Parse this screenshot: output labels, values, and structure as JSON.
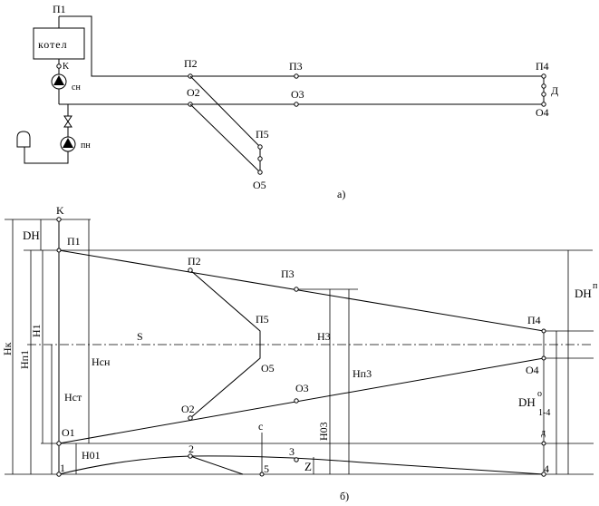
{
  "scheme_a": {
    "boiler_label": "котел",
    "nodes": {
      "p1": "П1",
      "k": "K",
      "p2": "П2",
      "p3": "П3",
      "p4": "П4",
      "o2": "О2",
      "o3": "О3",
      "o4": "О4",
      "p5": "П5",
      "o5": "О5",
      "d": "Д"
    },
    "pump_circ": "сн",
    "pump_feed": "пн",
    "caption": "а)"
  },
  "graph_b": {
    "top_k": "K",
    "dh": "DH",
    "p1": "П1",
    "p2": "П2",
    "p3": "П3",
    "p4": "П4",
    "p5": "П5",
    "o5": "О5",
    "o2": "О2",
    "o3": "О3",
    "o4": "О4",
    "o1": "О1",
    "s": "S",
    "h3": "H3",
    "hp3": "Нп3",
    "ho3": "Н03",
    "hk": "Нк",
    "hp1": "Нп1",
    "h1": "Н1",
    "hsn": "Нсн",
    "hst": "Нст",
    "h01": "Н01",
    "dhp": "DH",
    "dhp_sup": "п",
    "dho": "DH",
    "dho_sup": "о",
    "dho_sub": "1-4",
    "c": "с",
    "d": "д",
    "z": "Z",
    "g1": "1",
    "g2": "2",
    "g3": "3",
    "g4": "4",
    "g5": "5",
    "caption": "б)"
  }
}
